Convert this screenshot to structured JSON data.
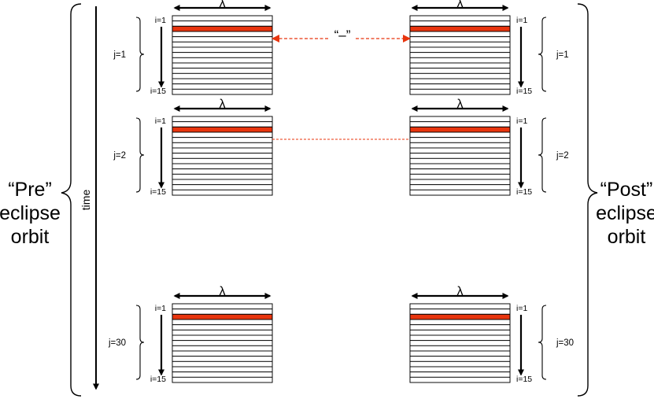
{
  "left_side": {
    "lines": [
      "“Pre”",
      "eclipse",
      "orbit"
    ]
  },
  "right_side": {
    "lines": [
      "“Post”",
      "eclipse",
      "orbit"
    ]
  },
  "time_label": "time",
  "lambda_label": "λ",
  "rows": [
    {
      "j_label": "j=1",
      "i_top": "i=1",
      "i_bottom": "i=15"
    },
    {
      "j_label": "j=2",
      "i_top": "i=1",
      "i_bottom": "i=15"
    },
    {
      "j_label": "j=30",
      "i_top": "i=1",
      "i_bottom": "i=15"
    }
  ],
  "difference_label": "“–”",
  "stripe_count": 15,
  "highlight_stripe": 3,
  "colors": {
    "highlight": "#e8350e",
    "connector": "#e8350e",
    "lines": "#000000"
  }
}
